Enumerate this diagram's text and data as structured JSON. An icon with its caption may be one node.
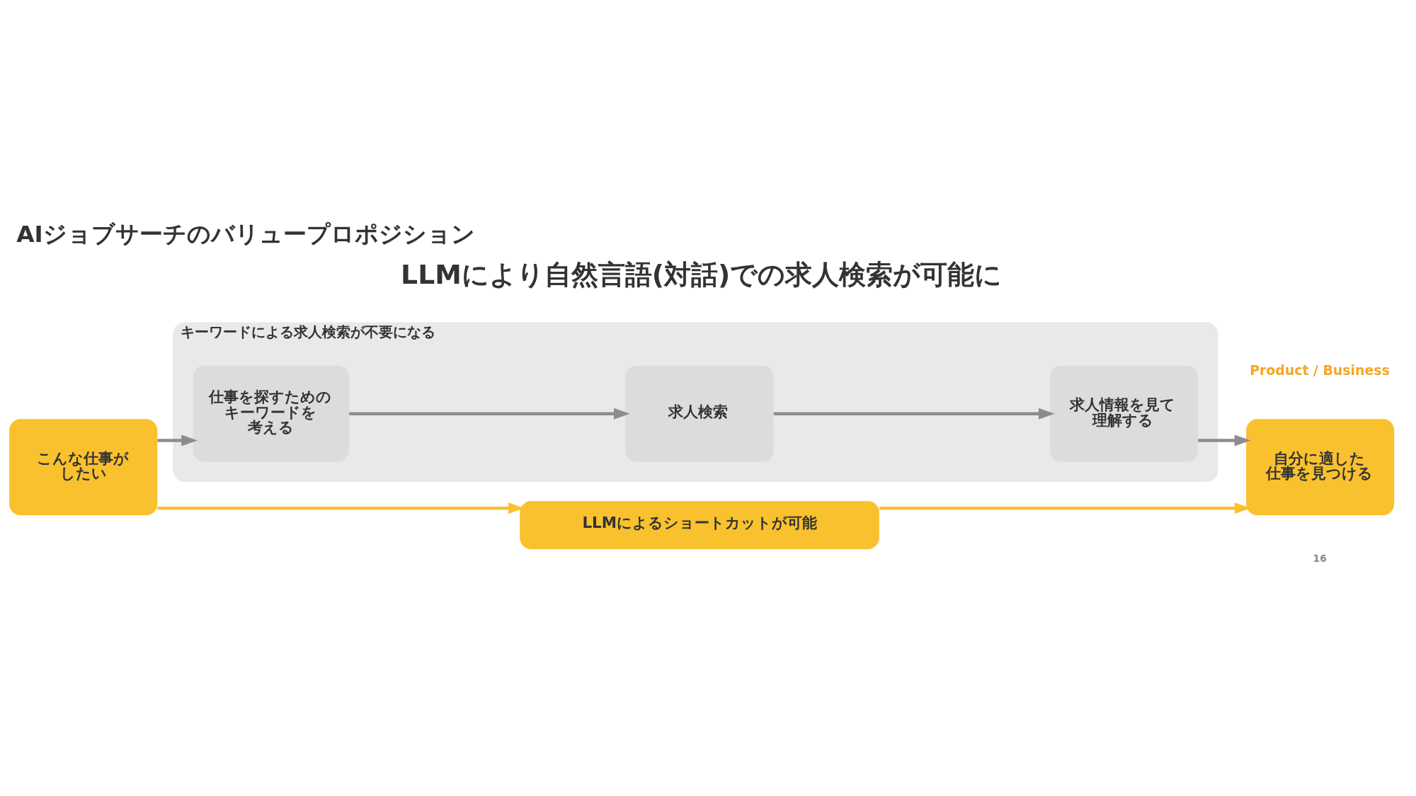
{
  "diagram": {
    "title": "AIジョブサーチのバリュープロポジション",
    "nodes": [
      {
        "text": [
          "こんな仕事がしたい"
        ]
      },
      {
        "text": [
          "キーワードによる求人検索が不要になる"
        ]
      },
      {
        "text": [
          "仕事を探すためのキーワードを考える"
        ],
        "in": 1
      },
      {
        "text": [
          "求人検索"
        ],
        "in": 1
      },
      {
        "text": [
          "求人情報を見て理解する"
        ],
        "in": 1
      },
      {
        "text": [
          "自分に適した仕事を見つける"
        ]
      },
      {
        "text": [
          "LLMによるショートカットが可能"
        ]
      }
    ],
    "edges": [
      {
        "from": 0,
        "to": 2,
        "arrow": "to"
      },
      {
        "from": 2,
        "to": 3,
        "arrow": "to"
      },
      {
        "from": 3,
        "to": 4,
        "arrow": "to"
      },
      {
        "from": 4,
        "to": 5,
        "arrow": "to"
      },
      {
        "from": 0,
        "to": 6,
        "arrow": "to",
        "color": "#f9c12e"
      },
      {
        "from": 6,
        "to": 5,
        "arrow": "to",
        "color": "#f9c12e"
      }
    ],
    "labels": [
      "Product / Business",
      "LLMにより自然言語(対話)での求人検索が可能に",
      "16"
    ]
  }
}
